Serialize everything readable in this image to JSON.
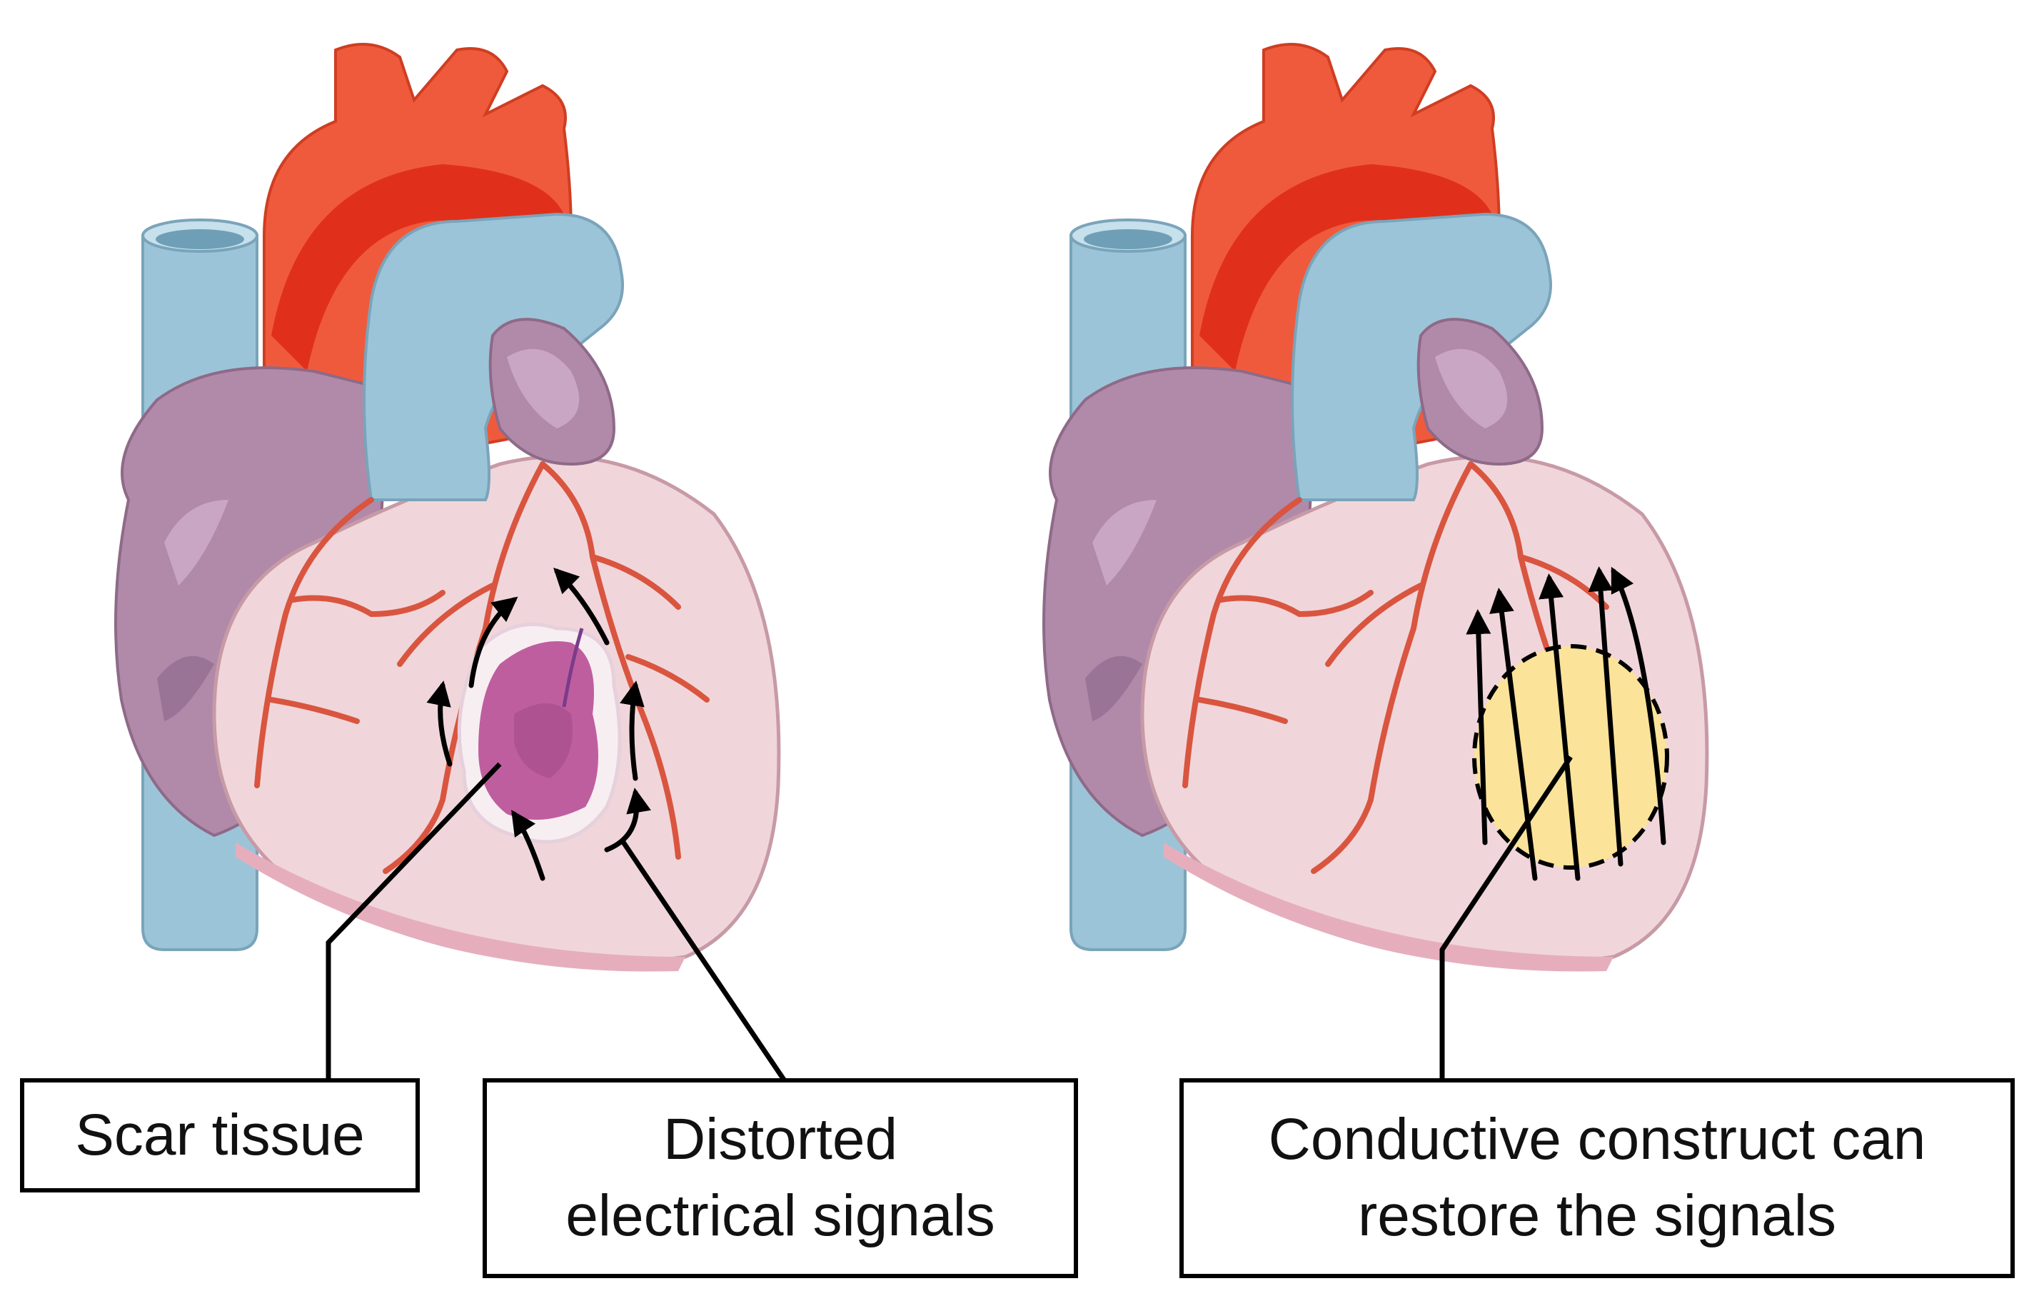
{
  "colors": {
    "aorta": "#f05a3c",
    "aorta_dark": "#e0301c",
    "vein": "#9cc4d8",
    "atrium": "#b08aa8",
    "ventricle": "#f0d6da",
    "artery": "#d9553f",
    "scar": "#bf5e9f",
    "construct": "#fbe39a"
  },
  "labels": {
    "scar": "Scar tissue",
    "distorted_line1": "Distorted",
    "distorted_line2": "electrical signals",
    "conductive_line1": "Conductive construct can",
    "conductive_line2": "restore the signals"
  }
}
